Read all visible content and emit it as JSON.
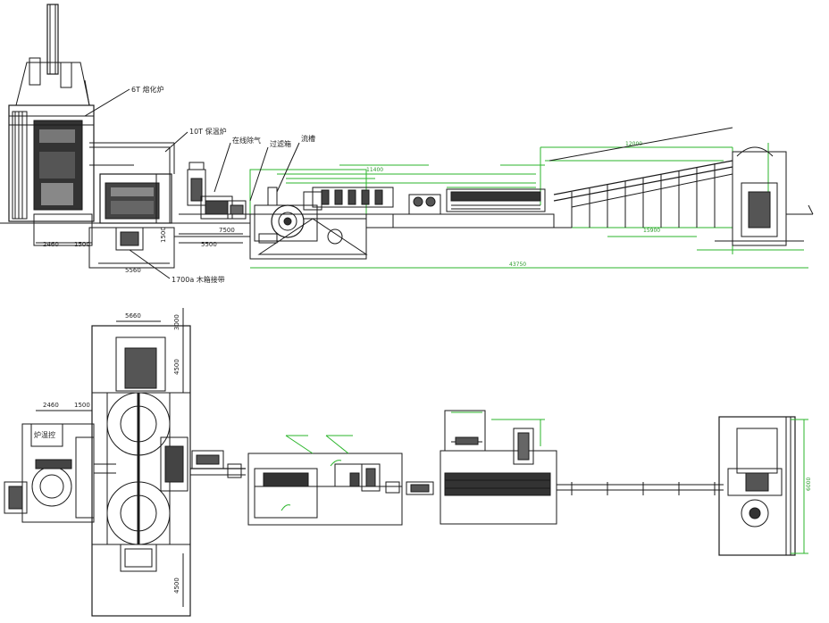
{
  "elevation": {
    "callouts": {
      "furnace": "6T 熔化炉",
      "holding": "10T 保温炉",
      "gas": "在线除气",
      "filter": "过滤箱",
      "trough": "流槽",
      "coiler": "1700a 木箱接带"
    },
    "dims": {
      "d2460": "2460",
      "d1500": "1500",
      "d1500v": "1500",
      "d5560": "5560",
      "d7500": "7500",
      "d5500": "5500"
    }
  },
  "plan": {
    "dims": {
      "d5660": "5660",
      "d3000": "3000",
      "d4500": "4500",
      "d4500b": "4500",
      "d2460": "2460",
      "d1500": "1500",
      "d6000": "6000"
    }
  },
  "colors": {
    "line": "#1a1a1a",
    "accent": "#2bb52b"
  }
}
